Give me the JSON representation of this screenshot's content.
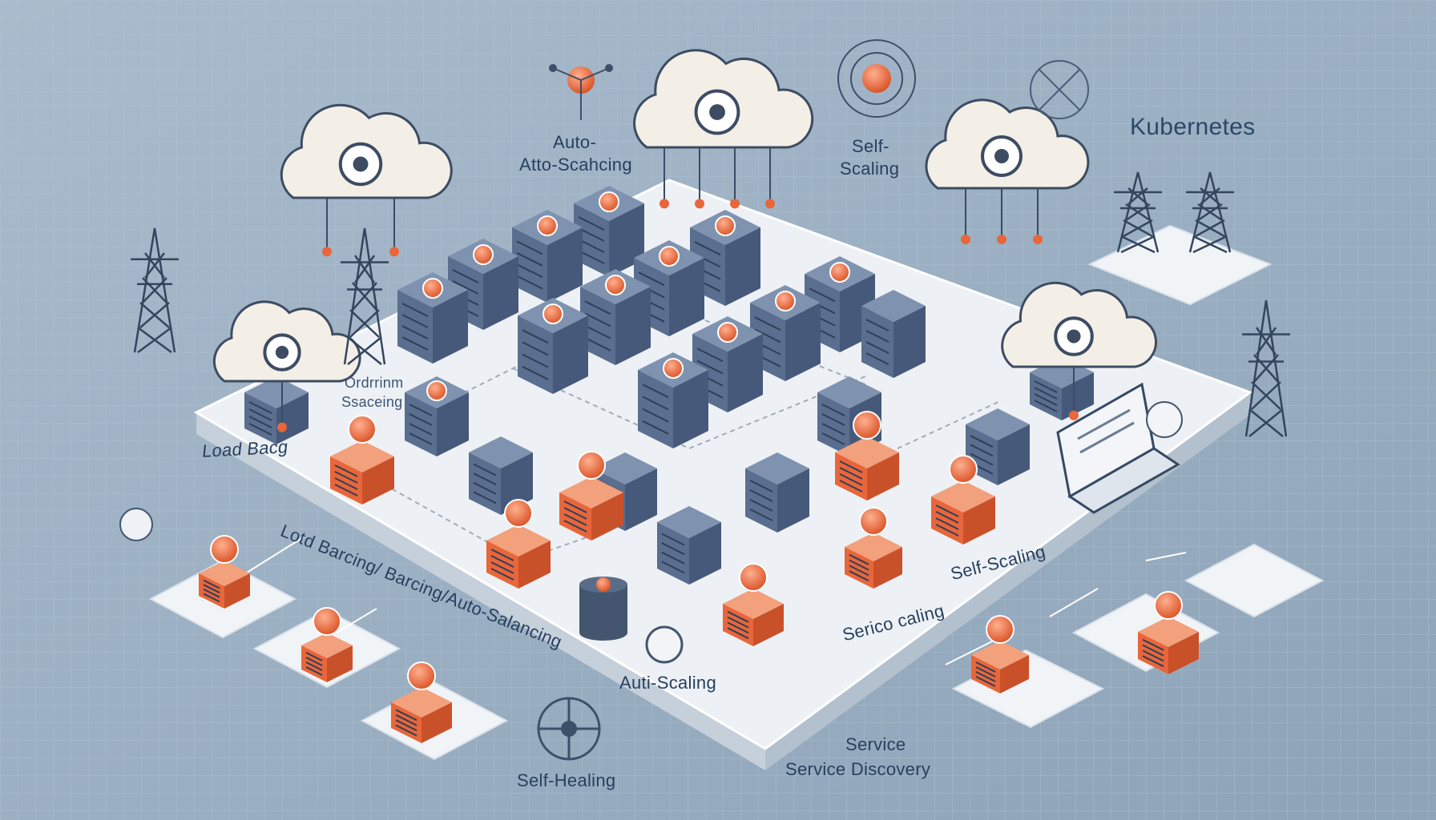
{
  "title": "Kubernetes",
  "labels": {
    "auto_short": "Auto-",
    "auto_scaling_top": "Atto-Scahcing",
    "self_short": "Self-",
    "self_scaling_top": "Scaling",
    "ordering_1": "Ordrrinm",
    "ordering_2": "Ssaceing",
    "load_balancing_a": "Load Bacg",
    "load_balancing_b": "Lotd Barcing/ Barcing/Auto-Salancing",
    "self_scaling_right": "Self-Scaling",
    "service_caling": "Serico caling",
    "auto_scaling_bottom": "Auti-Scaling",
    "self_healing": "Self-Healing",
    "service": "Service",
    "service_discovery": "Service Discovery"
  },
  "colors": {
    "background": "#9fb2c4",
    "platform_top": "#eaeff4",
    "platform_side": "#c4cfda",
    "server_dark": "#46597a",
    "server_light": "#5a6e8f",
    "accent_orange": "#e8663a",
    "cloud": "#f3efe6"
  },
  "icons": [
    "cloud-icon",
    "server-icon",
    "pod-icon",
    "tower-icon",
    "laptop-icon",
    "helm-icon"
  ]
}
